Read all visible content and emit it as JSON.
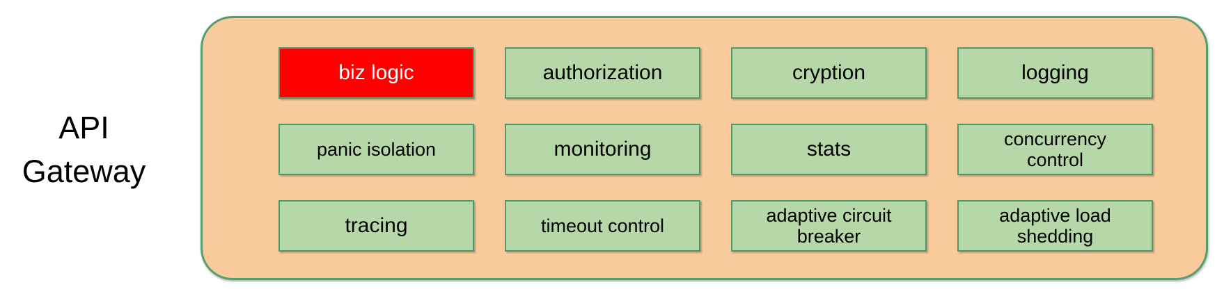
{
  "gateway_label": {
    "line1": "API",
    "line2": "Gateway"
  },
  "modules": [
    {
      "label": "biz logic",
      "highlighted": true
    },
    {
      "label": "authorization",
      "highlighted": false
    },
    {
      "label": "cryption",
      "highlighted": false
    },
    {
      "label": "logging",
      "highlighted": false
    },
    {
      "label": "panic isolation",
      "highlighted": false
    },
    {
      "label": "monitoring",
      "highlighted": false
    },
    {
      "label": "stats",
      "highlighted": false
    },
    {
      "label": "concurrency\ncontrol",
      "highlighted": false
    },
    {
      "label": "tracing",
      "highlighted": false
    },
    {
      "label": "timeout control",
      "highlighted": false
    },
    {
      "label": "adaptive circuit\nbreaker",
      "highlighted": false
    },
    {
      "label": "adaptive load\nshedding",
      "highlighted": false
    }
  ],
  "colors": {
    "page_bg": "#ffffff",
    "container_fill": "#F9CB9C",
    "container_border": "#53A06E",
    "box_fill": "#B6D7A8",
    "box_border": "#4E9A68",
    "box_text": "#000000",
    "highlight_fill": "#FF0000",
    "highlight_text": "#FFFFFF",
    "label_text": "#000000"
  }
}
